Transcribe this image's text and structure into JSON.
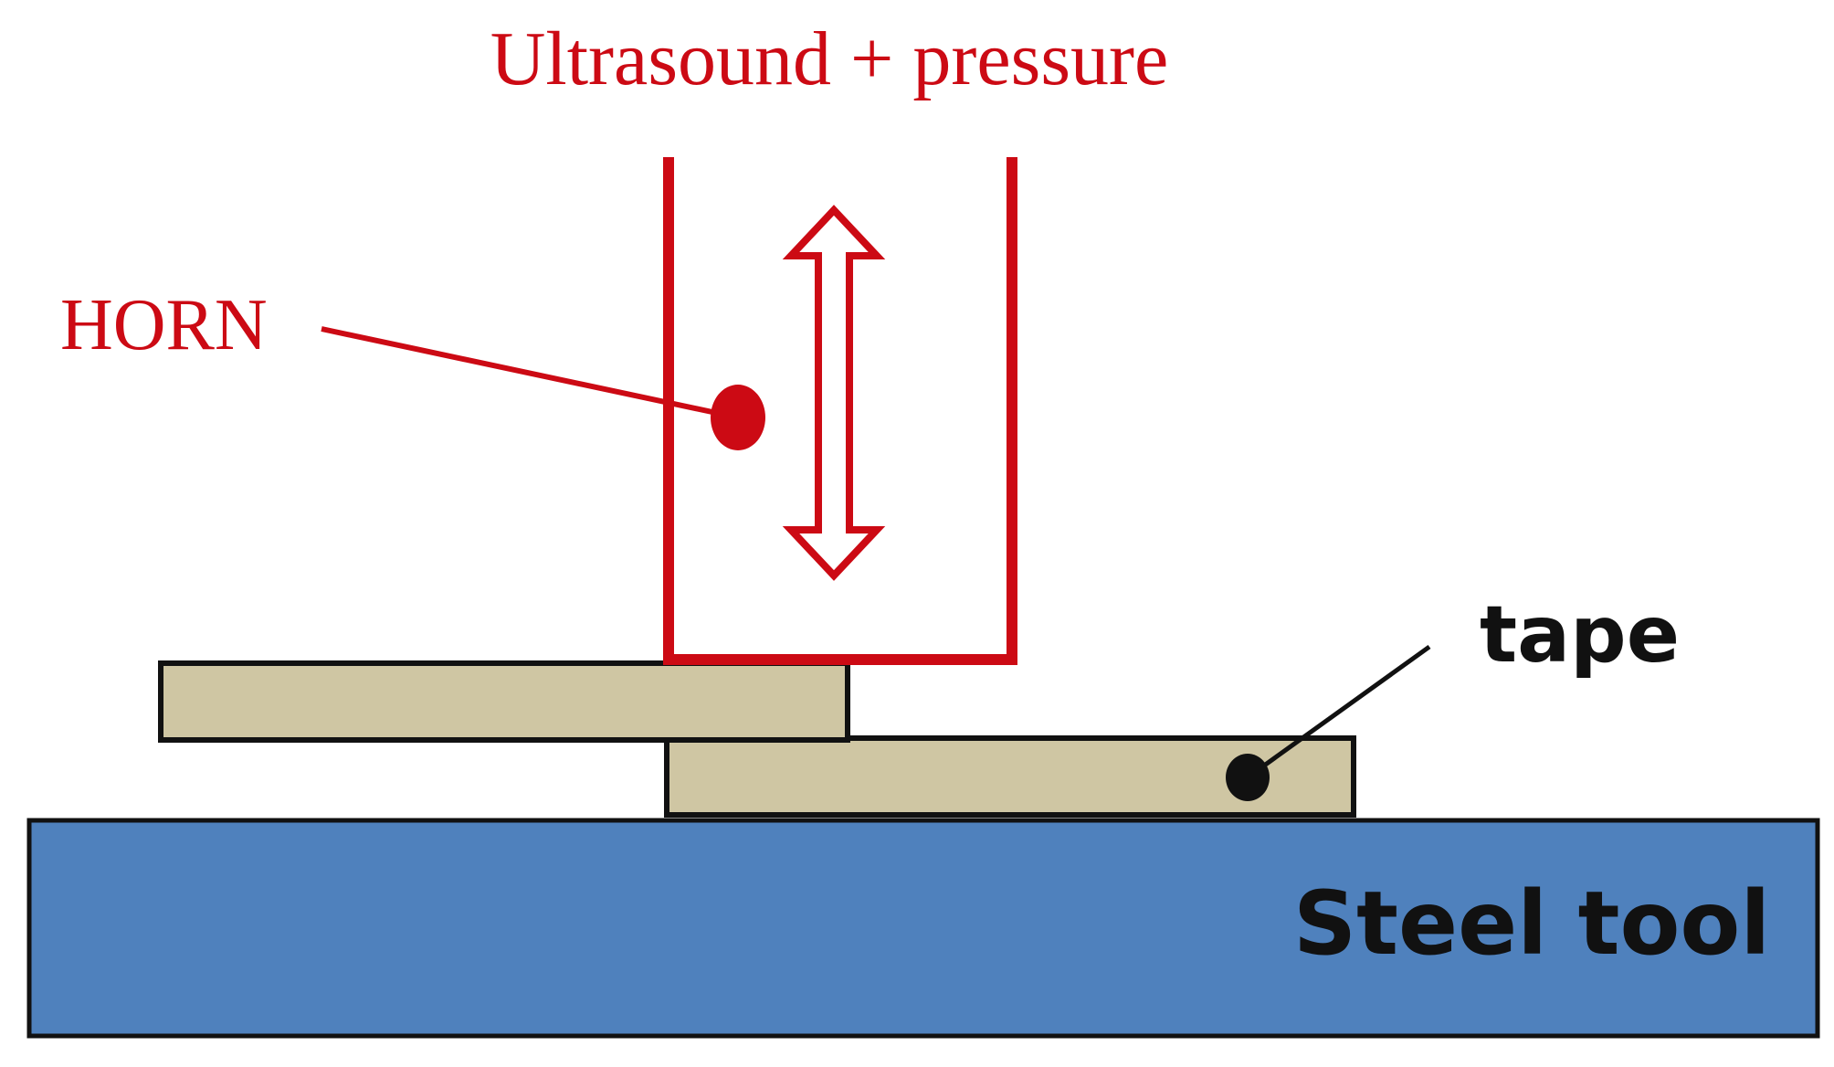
{
  "labels": {
    "top": "Ultrasound + pressure",
    "horn": "HORN",
    "tape": "tape",
    "tool": "Steel tool"
  },
  "colors": {
    "red": "#cc0a14",
    "tape_fill": "#cfc6a3",
    "tool_fill": "#4f81bd",
    "outline": "#111111",
    "text_dark": "#111111"
  },
  "icons": {
    "motion": "double-headed-vertical-arrow",
    "horn_marker": "filled-dot",
    "tape_marker": "filled-dot"
  }
}
